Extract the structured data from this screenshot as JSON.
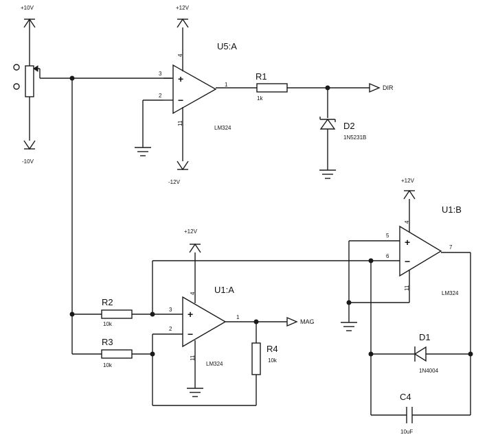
{
  "rails": {
    "pos10": "+10V",
    "neg10": "-10V",
    "u5_vcc": "+12V",
    "u5_vee": "-12V",
    "u1b_vcc": "+12V",
    "u1a_vcc": "+12V"
  },
  "opamps": {
    "u5a": {
      "ref": "U5:A",
      "part": "LM324",
      "pin_in_plus": "3",
      "pin_in_minus": "2",
      "pin_out": "1",
      "pin_vcc": "4",
      "pin_vee": "11"
    },
    "u1b": {
      "ref": "U1:B",
      "part": "LM324",
      "pin_in_plus": "5",
      "pin_in_minus": "6",
      "pin_out": "7",
      "pin_vcc": "4",
      "pin_vee": "11"
    },
    "u1a": {
      "ref": "U1:A",
      "part": "LM324",
      "pin_in_plus": "3",
      "pin_in_minus": "2",
      "pin_out": "1",
      "pin_vcc": "4",
      "pin_vee": "11"
    }
  },
  "resistors": {
    "r1": {
      "ref": "R1",
      "value": "1k"
    },
    "r2": {
      "ref": "R2",
      "value": "10k"
    },
    "r3": {
      "ref": "R3",
      "value": "10k"
    },
    "r4": {
      "ref": "R4",
      "value": "10k"
    }
  },
  "diodes": {
    "d2": {
      "ref": "D2",
      "part": "1N5231B"
    },
    "d1": {
      "ref": "D1",
      "part": "1N4004"
    }
  },
  "capacitor": {
    "ref": "C4",
    "value": "10uF"
  },
  "nets": {
    "dir": "DIR",
    "mag": "MAG"
  },
  "signs": {
    "plus": "+",
    "minus": "−"
  }
}
